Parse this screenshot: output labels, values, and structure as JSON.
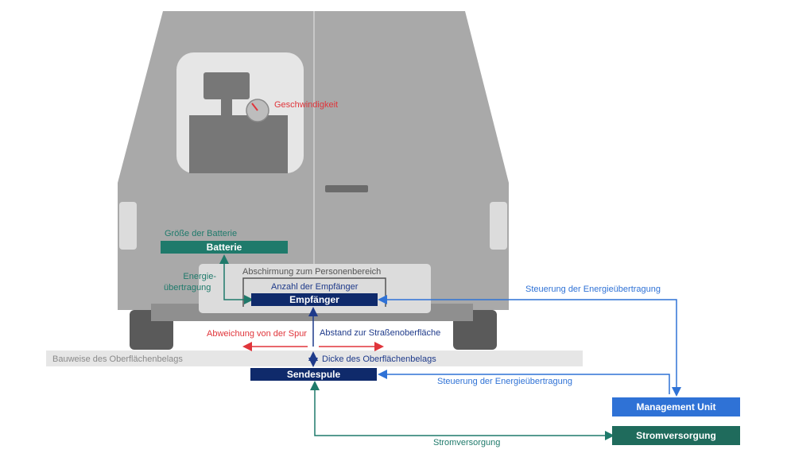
{
  "labels": {
    "speed": "Geschwindigkeit",
    "battery_size": "Größe der Batterie",
    "battery": "Batterie",
    "energy_transfer_1": "Energie-",
    "energy_transfer_2": "übertragung",
    "shielding": "Abschirmung zum Personenbereich",
    "receiver_count": "Anzahl der Empfänger",
    "receiver": "Empfänger",
    "lane_deviation": "Abweichung von der Spur",
    "road_distance": "Abstand zur Straßenoberfläche",
    "surface_construction": "Bauweise des Oberflächenbelags",
    "surface_thickness": "Dicke des Oberflächenbelags",
    "transmitter_coil": "Sendespule",
    "control_upper": "Steuerung der Energieübertragung",
    "control_lower": "Steuerung der Energieübertragung",
    "management_unit": "Management Unit",
    "power_supply_box": "Stromversorgung",
    "power_supply_line": "Stromversorgung"
  },
  "colors": {
    "vehicle": "#a9a9a9",
    "vehicle_dark": "#6b6b6b",
    "battery": "#1f7a6b",
    "receiver": "#0f2a6b",
    "management": "#2f72d6",
    "power": "#1f6b5c",
    "red": "#e0353b",
    "blue": "#2f72d6",
    "teal": "#1f7a6b"
  }
}
